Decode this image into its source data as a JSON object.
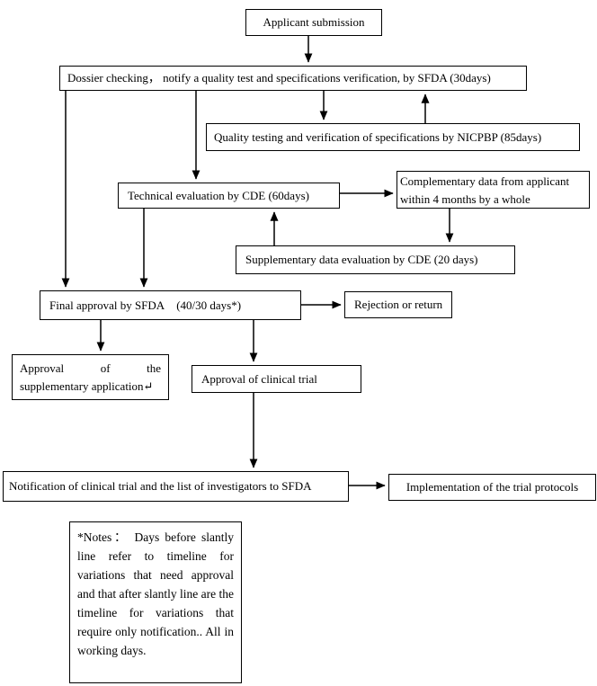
{
  "flowchart": {
    "nodes": {
      "applicant": {
        "label": "Applicant submission"
      },
      "dossier": {
        "label": "Dossier checking， notify a quality test and specifications verification, by SFDA (30days)"
      },
      "nicpbp": {
        "label": "Quality testing and verification of specifications by NICPBP (85days)"
      },
      "technical": {
        "label": "Technical evaluation by CDE (60days)"
      },
      "complementary": {
        "label": "Complementary data from applicant within 4 months by a whole"
      },
      "supplementary": {
        "label": "Supplementary data evaluation by CDE (20 days)"
      },
      "final": {
        "label": "Final approval by SFDA    (40/30 days*)"
      },
      "rejection": {
        "label": "Rejection or return"
      },
      "supp_approval": {
        "label": "Approval of the supplementary application↵"
      },
      "clinical": {
        "label": "Approval of clinical trial"
      },
      "notification": {
        "label": "Notification of clinical trial and the list of investigators to SFDA"
      },
      "implementation": {
        "label": "Implementation of the trial protocols"
      },
      "notes": {
        "label": "*Notes：  Days before slantly line refer to timeline for variations that need approval and that after slantly line are the timeline for variations that require only notification.. All in working days."
      }
    },
    "colors": {
      "line": "#000000",
      "box_border": "#000000",
      "background": "#ffffff",
      "text": "#000000"
    }
  }
}
